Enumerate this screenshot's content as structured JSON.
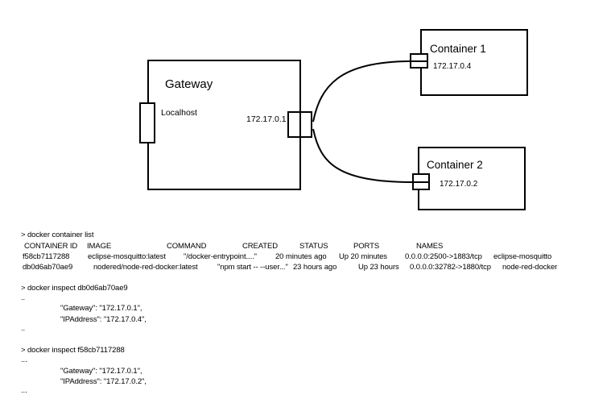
{
  "diagram": {
    "gateway": {
      "title": "Gateway",
      "localhost_label": "Localhost",
      "ip": "172.17.0.1"
    },
    "container1": {
      "title": "Container 1",
      "ip": "172.17.0.4"
    },
    "container2": {
      "title": "Container 2",
      "ip": "172.17.0.2"
    }
  },
  "terminal": {
    "list_command": "> docker container list",
    "table": {
      "headers": [
        "CONTAINER ID",
        "IMAGE",
        "COMMAND",
        "CREATED",
        "STATUS",
        "PORTS",
        "NAMES"
      ],
      "rows": [
        [
          "f58cb7117288",
          "eclipse-mosquitto:latest",
          "\"/docker-entrypoint....\"",
          "20 minutes ago",
          "Up 20 minutes",
          "0.0.0.0:2500->1883/tcp",
          "eclipse-mosquitto"
        ],
        [
          "db0d6ab70ae9",
          "nodered/node-red-docker:latest",
          "\"npm start -- --user...\"",
          "23 hours ago",
          "Up 23 hours",
          "0.0.0.0:32782->1880/tcp",
          "node-red-docker"
        ]
      ]
    },
    "inspect_blocks": [
      {
        "command": "> docker inspect db0d6ab70ae9",
        "dots_before": "..",
        "gateway_line": "\"Gateway\": \"172.17.0.1\",",
        "ip_line": "\"IPAddress\": \"172.17.0.4\",",
        "dots_after": ".."
      },
      {
        "command": "> docker inspect f58cb7117288",
        "dots_before": "...",
        "gateway_line": "\"Gateway\": \"172.17.0.1\",",
        "ip_line": "\"IPAddress\": \"172.17.0.2\",",
        "dots_after": "..."
      }
    ]
  },
  "colors": {
    "line": "#000000",
    "text": "#000000",
    "background": "#ffffff"
  }
}
